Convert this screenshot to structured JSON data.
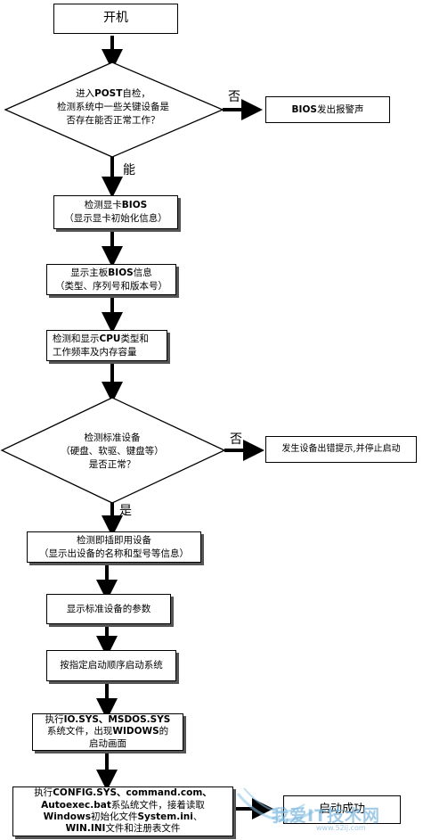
{
  "nodes": {
    "start": "开机",
    "post_check": {
      "l1a": "进入",
      "l1b": "POST",
      "l1c": "自检，",
      "l2": "检测系统中一些关键设备是",
      "l3": "否存在能否正常工作？"
    },
    "bios_alarm": {
      "a": "BIOS",
      "b": "发出报警声"
    },
    "vga_bios": {
      "l1a": "检测显卡",
      "l1b": "BIOS",
      "l2": "（显示显卡初始化信息）"
    },
    "board_bios": {
      "l1a": "显示主板",
      "l1b": "BIOS",
      "l1c": "信息",
      "l2": "（类型、序列号和版本号）"
    },
    "cpu_check": {
      "l1a": "检测和显示",
      "l1b": "CPU",
      "l1c": "类型和",
      "l2": "工作频率及内存容量"
    },
    "std_check": {
      "l1": "检测标准设备",
      "l2": "（硬盘、软驱、键盘等）",
      "l3": "是否正常？"
    },
    "device_error": "发生设备出错提示,并停止启动",
    "pnp_check": {
      "l1": "检测即插即用设备",
      "l2": "（显示出设备的名称和型号等信息）"
    },
    "std_params": "显示标准设备的参数",
    "boot_order": "按指定启动顺序启动系统",
    "io_sys": {
      "l1a": "执行",
      "l1b": "IO.SYS、MSDOS.SYS",
      "l2a": "系统文件，出现",
      "l2b": "WIDOWS",
      "l2c": "的",
      "l3": "启动画面"
    },
    "config_sys": {
      "l1a": "执行",
      "l1b": "CONFIG.SYS、command.com、",
      "l2a": "Autoexec.bat",
      "l2b": "系弘统文件，接着读取",
      "l3a": "Windows",
      "l3b": "初始化文件",
      "l3c": "System.ini",
      "l3d": "、",
      "l4a": "WIN.INI",
      "l4b": "文件和注册表文件"
    },
    "boot_success": "启动成功"
  },
  "labels": {
    "no1": "否",
    "yes1": "能",
    "no2": "否",
    "yes2": "是"
  },
  "watermark": {
    "text": "我爱IT技术网",
    "url": "www.52ij.com"
  }
}
